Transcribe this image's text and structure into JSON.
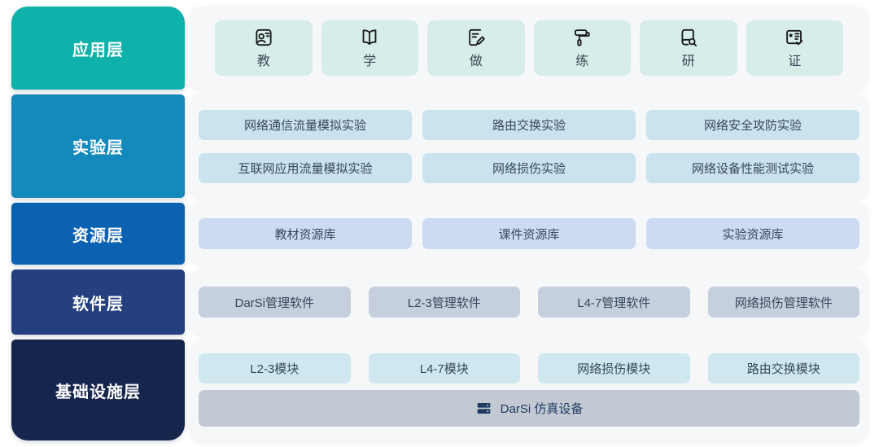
{
  "diagram": {
    "layers": [
      {
        "id": "application",
        "label": "应用层",
        "color": "#0FB2AB"
      },
      {
        "id": "experiment",
        "label": "实验层",
        "color": "#1489BC"
      },
      {
        "id": "resource",
        "label": "资源层",
        "color": "#0B61B2"
      },
      {
        "id": "software",
        "label": "软件层",
        "color": "#24407E"
      },
      {
        "id": "infrastructure",
        "label": "基础设施层",
        "color": "#16254B"
      }
    ]
  },
  "application": {
    "card_bg": "#D6EDE9",
    "items": [
      {
        "icon": "teacher-badge-icon",
        "label": "教"
      },
      {
        "icon": "open-book-icon",
        "label": "学"
      },
      {
        "icon": "edit-document-icon",
        "label": "做"
      },
      {
        "icon": "paint-roller-icon",
        "label": "练"
      },
      {
        "icon": "book-search-icon",
        "label": "研"
      },
      {
        "icon": "certificate-check-icon",
        "label": "证"
      }
    ]
  },
  "experiment": {
    "card_bg": "#CBE3EE",
    "rows": [
      [
        "网络通信流量模拟实验",
        "路由交换实验",
        "网络安全攻防实验"
      ],
      [
        "互联网应用流量模拟实验",
        "网络损伤实验",
        "网络设备性能测试实验"
      ]
    ]
  },
  "resource": {
    "card_bg": "#CCDAF2",
    "items": [
      "教材资源库",
      "课件资源库",
      "实验资源库"
    ]
  },
  "software": {
    "card_bg": "#C6CFDD",
    "items": [
      "DarSi管理软件",
      "L2-3管理软件",
      "L4-7管理软件",
      "网络损伤管理软件"
    ]
  },
  "infrastructure": {
    "module_bg": "#CFE8F0",
    "modules": [
      "L2-3模块",
      "L4-7模块",
      "网络损伤模块",
      "路由交换模块"
    ],
    "device": {
      "icon": "server-icon",
      "label": "DarSi 仿真设备",
      "bg": "#C3C9D3",
      "icon_color": "#1E3A63"
    }
  }
}
